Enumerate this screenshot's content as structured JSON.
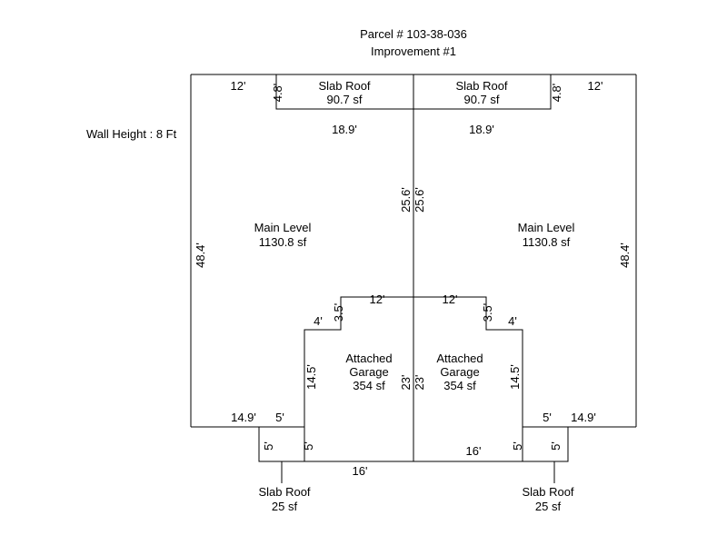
{
  "header": {
    "parcel": "Parcel # 103-38-036",
    "improvement": "Improvement #1",
    "wall_height": "Wall Height : 8 Ft"
  },
  "colors": {
    "line": "#000000",
    "background": "#ffffff",
    "text": "#000000"
  },
  "units": {
    "left": {
      "main_level": {
        "label": "Main Level",
        "area": "1130.8 sf"
      },
      "garage": {
        "label_line1": "Attached",
        "label_line2": "Garage",
        "area": "354 sf"
      },
      "slab_roof_top": {
        "label": "Slab Roof",
        "area": "90.7 sf"
      },
      "slab_roof_bottom": {
        "label": "Slab Roof",
        "area": "25 sf"
      },
      "dims": {
        "top_offset": "12'",
        "roof_width": "18.9'",
        "roof_depth": "4.8'",
        "side_height": "48.4'",
        "center_upper": "25.6'",
        "center_lower": "23'",
        "garage_top_width": "12'",
        "garage_step": "3.5'",
        "garage_offset": "4'",
        "garage_side": "14.5'",
        "garage_bottom_width": "16'",
        "garage_wall_lower": "5'",
        "bottom_run": "14.9'",
        "porch_width": "5'",
        "porch_depth": "5'"
      }
    },
    "right": {
      "main_level": {
        "label": "Main Level",
        "area": "1130.8 sf"
      },
      "garage": {
        "label_line1": "Attached",
        "label_line2": "Garage",
        "area": "354 sf"
      },
      "slab_roof_top": {
        "label": "Slab Roof",
        "area": "90.7 sf"
      },
      "slab_roof_bottom": {
        "label": "Slab Roof",
        "area": "25 sf"
      },
      "dims": {
        "top_offset": "12'",
        "roof_width": "18.9'",
        "roof_depth": "4.8'",
        "side_height": "48.4'",
        "center_upper": "25.6'",
        "center_lower": "23'",
        "garage_top_width": "12'",
        "garage_step": "3.5'",
        "garage_offset": "4'",
        "garage_side": "14.5'",
        "garage_bottom_width": "16'",
        "garage_wall_lower": "5'",
        "bottom_run": "14.9'",
        "porch_width": "5'",
        "porch_depth": "5'"
      }
    }
  }
}
